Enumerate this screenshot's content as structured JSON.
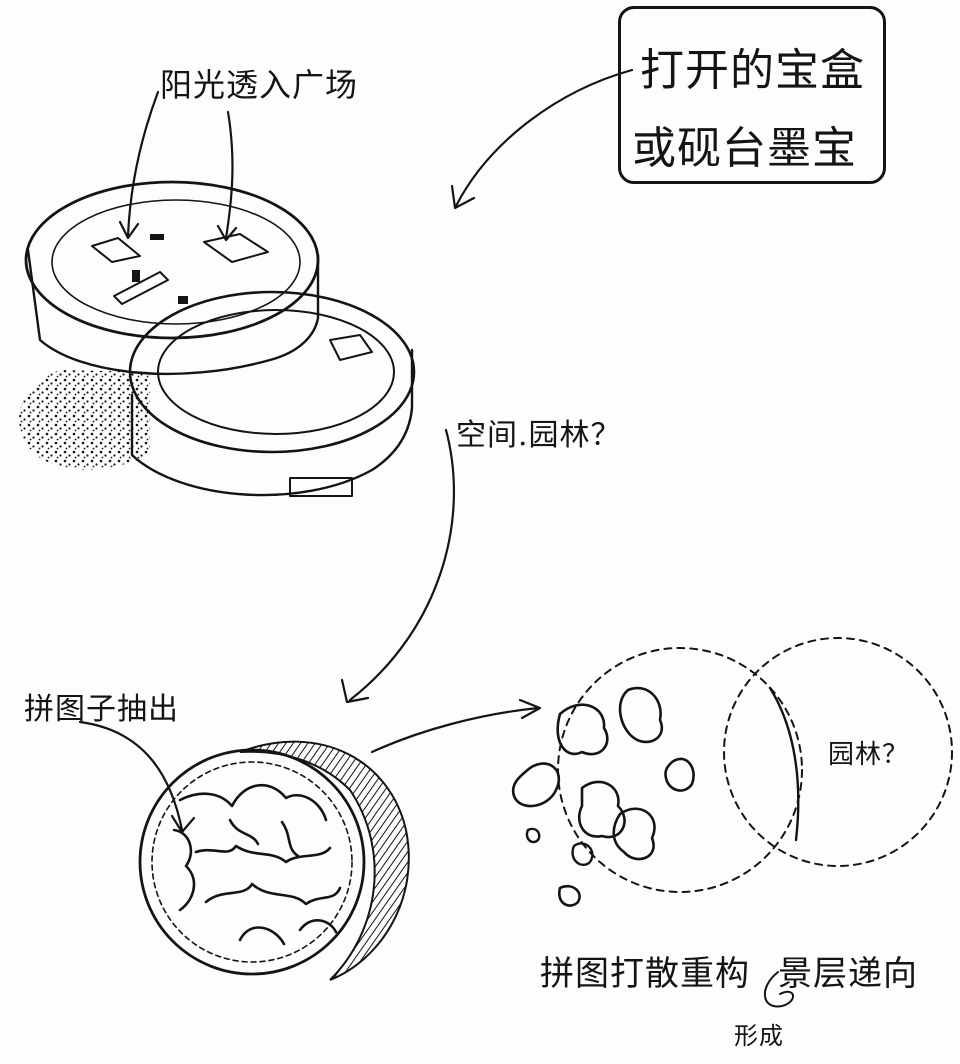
{
  "labels": {
    "light_in": "阳光透入广场",
    "box_line1": "打开的宝盒",
    "box_line2": "或砚台墨宝",
    "space_garden": "空间.园林？",
    "puzzle_extract": "拼图子抽出",
    "garden_q": "园林？",
    "rearrange": "拼图打散重构",
    "depth": "景层递向",
    "form": "形成"
  },
  "colors": {
    "ink": "#141414",
    "paper": "#fdfdfc"
  }
}
